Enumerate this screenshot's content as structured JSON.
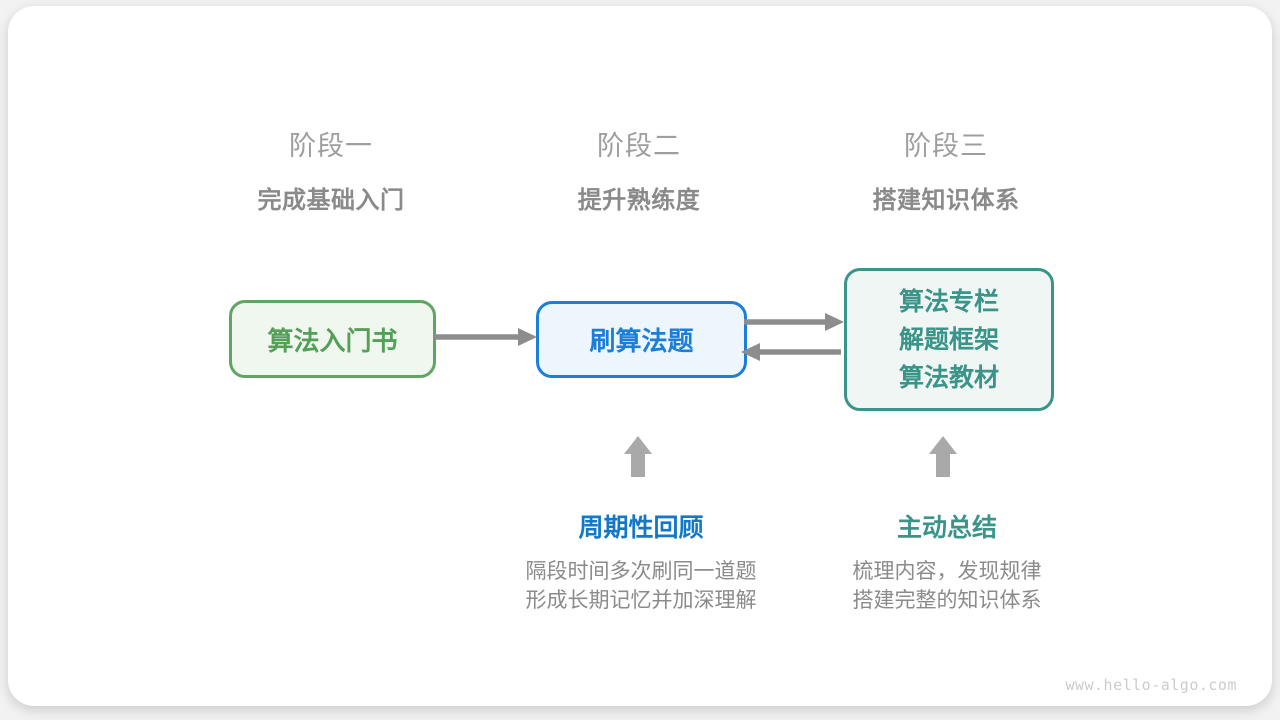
{
  "diagram": {
    "stages": [
      {
        "title": "阶段一",
        "subtitle": "完成基础入门"
      },
      {
        "title": "阶段二",
        "subtitle": "提升熟练度"
      },
      {
        "title": "阶段三",
        "subtitle": "搭建知识体系"
      }
    ],
    "nodes": {
      "intro_book": {
        "label": "算法入门书"
      },
      "practice": {
        "label": "刷算法题"
      },
      "resources": {
        "lines": [
          "算法专栏",
          "解题框架",
          "算法教材"
        ]
      }
    },
    "annotations": {
      "review": {
        "label": "周期性回顾",
        "lines": [
          "隔段时间多次刷同一道题",
          "形成长期记忆并加深理解"
        ]
      },
      "summarize": {
        "label": "主动总结",
        "lines": [
          "梳理内容，发现规律",
          "搭建完整的知识体系"
        ]
      }
    },
    "watermark": "www.hello-algo.com",
    "colors": {
      "green": "#61a563",
      "blue": "#1b7ed8",
      "teal": "#3b9489",
      "connector_gray": "#8d8d8d",
      "block_arrow_gray": "#a9a9a9",
      "title_gray": "#9e9e9e",
      "text_gray": "#8b8b8b"
    }
  }
}
